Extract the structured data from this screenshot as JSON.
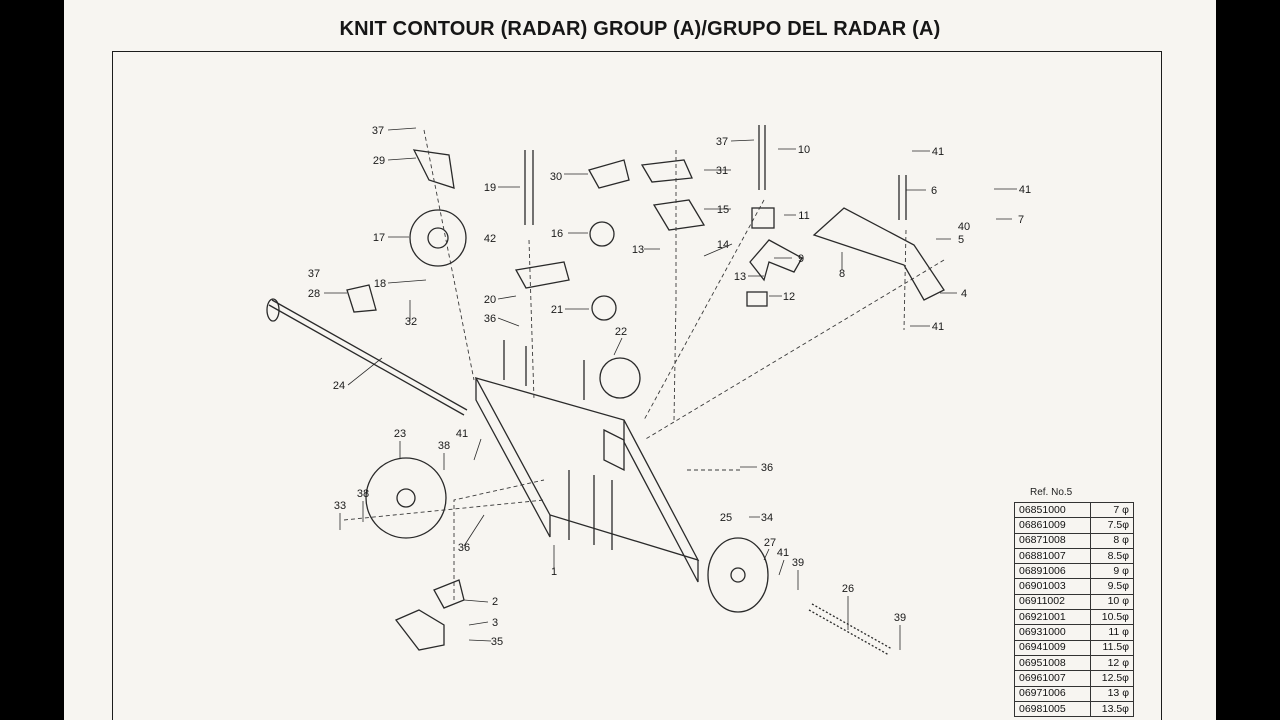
{
  "header": {
    "title": "KNIT CONTOUR (RADAR) GROUP (A)/GRUPO DEL RADAR (A)"
  },
  "diagram": {
    "callouts": [
      {
        "label": "1"
      },
      {
        "label": "2"
      },
      {
        "label": "3"
      },
      {
        "label": "4"
      },
      {
        "label": "5"
      },
      {
        "label": "6"
      },
      {
        "label": "7"
      },
      {
        "label": "8"
      },
      {
        "label": "9"
      },
      {
        "label": "10"
      },
      {
        "label": "11"
      },
      {
        "label": "12"
      },
      {
        "label": "13"
      },
      {
        "label": "13"
      },
      {
        "label": "14"
      },
      {
        "label": "15"
      },
      {
        "label": "16"
      },
      {
        "label": "17"
      },
      {
        "label": "18"
      },
      {
        "label": "19"
      },
      {
        "label": "20"
      },
      {
        "label": "21"
      },
      {
        "label": "22"
      },
      {
        "label": "23"
      },
      {
        "label": "24"
      },
      {
        "label": "25"
      },
      {
        "label": "26"
      },
      {
        "label": "27"
      },
      {
        "label": "28"
      },
      {
        "label": "29"
      },
      {
        "label": "30"
      },
      {
        "label": "31"
      },
      {
        "label": "32"
      },
      {
        "label": "33"
      },
      {
        "label": "34"
      },
      {
        "label": "35"
      },
      {
        "label": "36"
      },
      {
        "label": "36"
      },
      {
        "label": "36"
      },
      {
        "label": "37"
      },
      {
        "label": "37"
      },
      {
        "label": "37"
      },
      {
        "label": "38"
      },
      {
        "label": "38"
      },
      {
        "label": "39"
      },
      {
        "label": "39"
      },
      {
        "label": "40"
      },
      {
        "label": "41"
      },
      {
        "label": "41"
      },
      {
        "label": "41"
      },
      {
        "label": "41"
      },
      {
        "label": "41"
      },
      {
        "label": "42"
      }
    ]
  },
  "ref_table": {
    "label": "Ref. No.5",
    "rows": [
      {
        "code": "06851000",
        "size": "7  φ"
      },
      {
        "code": "06861009",
        "size": "7.5φ"
      },
      {
        "code": "06871008",
        "size": "8  φ"
      },
      {
        "code": "06881007",
        "size": "8.5φ"
      },
      {
        "code": "06891006",
        "size": "9  φ"
      },
      {
        "code": "06901003",
        "size": "9.5φ"
      },
      {
        "code": "06911002",
        "size": "10  φ"
      },
      {
        "code": "06921001",
        "size": "10.5φ"
      },
      {
        "code": "06931000",
        "size": "11  φ"
      },
      {
        "code": "06941009",
        "size": "11.5φ"
      },
      {
        "code": "06951008",
        "size": "12  φ"
      },
      {
        "code": "06961007",
        "size": "12.5φ"
      },
      {
        "code": "06971006",
        "size": "13  φ"
      },
      {
        "code": "06981005",
        "size": "13.5φ"
      }
    ]
  }
}
